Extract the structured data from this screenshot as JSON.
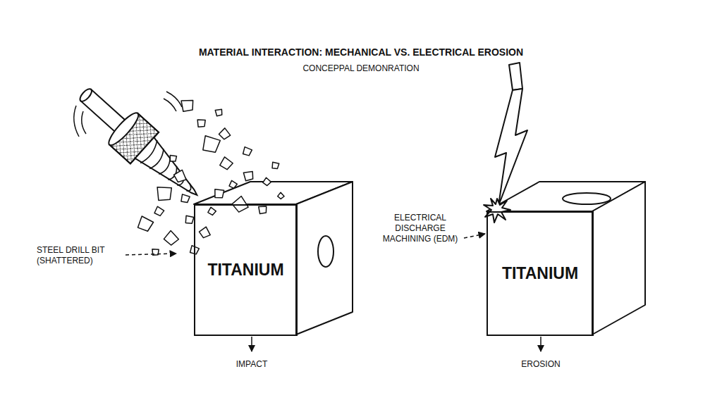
{
  "diagram": {
    "title": "MATERIAL INTERACTION: MECHANICAL VS. ELECTRICAL EROSION",
    "nodes": [
      {
        "text": [
          "TITANIUM"
        ]
      },
      {
        "text": [
          "TITANIUM"
        ]
      }
    ],
    "labels": [
      "CONCEPPAL DEMONRATION",
      "STEEL DRILL BIT (SHATTERED)",
      "IMPACT",
      "ELECTRICAL DISCHARGE MACHINING (EDM)",
      "EROSION"
    ]
  }
}
